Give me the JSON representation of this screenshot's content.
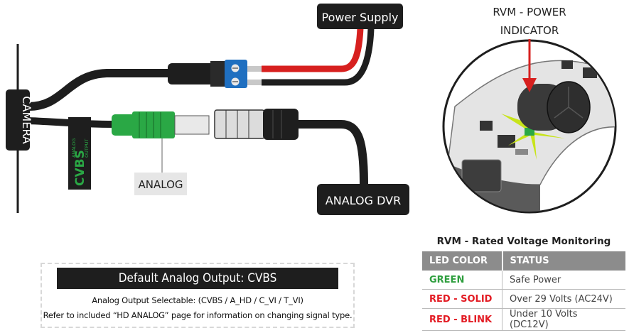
{
  "labels": {
    "camera": "CAMERA",
    "power_supply": "Power Supply",
    "analog": "ANALOG",
    "analog_dvr": "ANALOG DVR",
    "cvbs": "CVBS",
    "analog_output_1": "ANALOG",
    "analog_output_2": "OUTPUT",
    "rvm_power_1": "RVM - POWER",
    "rvm_power_2": "INDICATOR"
  },
  "note": {
    "title": "Default Analog Output: CVBS",
    "line1": "Analog Output Selectable: (CVBS / A_HD / C_VI / T_VI)",
    "line2": "Refer to included “HD ANALOG” page for information on changing signal type."
  },
  "rvm_table": {
    "title": "RVM - Rated Voltage Monitoring",
    "headers": [
      "LED COLOR",
      "STATUS"
    ],
    "rows": [
      {
        "color": "GREEN",
        "status": "Safe Power",
        "hex": "#2e9e3e"
      },
      {
        "color": "RED - SOLID",
        "status": "Over 29 Volts (AC24V)",
        "hex": "#e31b23"
      },
      {
        "color": "RED - BLINK",
        "status": "Under 10 Volts (DC12V)",
        "hex": "#e31b23"
      }
    ]
  },
  "colors": {
    "cable": "#1e1e1e",
    "label_bg": "#1e1e1e",
    "connector_green": "#2aa845",
    "terminal_blue": "#1f6fc0",
    "wire_red": "#d7201f",
    "led_glow": "#c8e41a"
  }
}
